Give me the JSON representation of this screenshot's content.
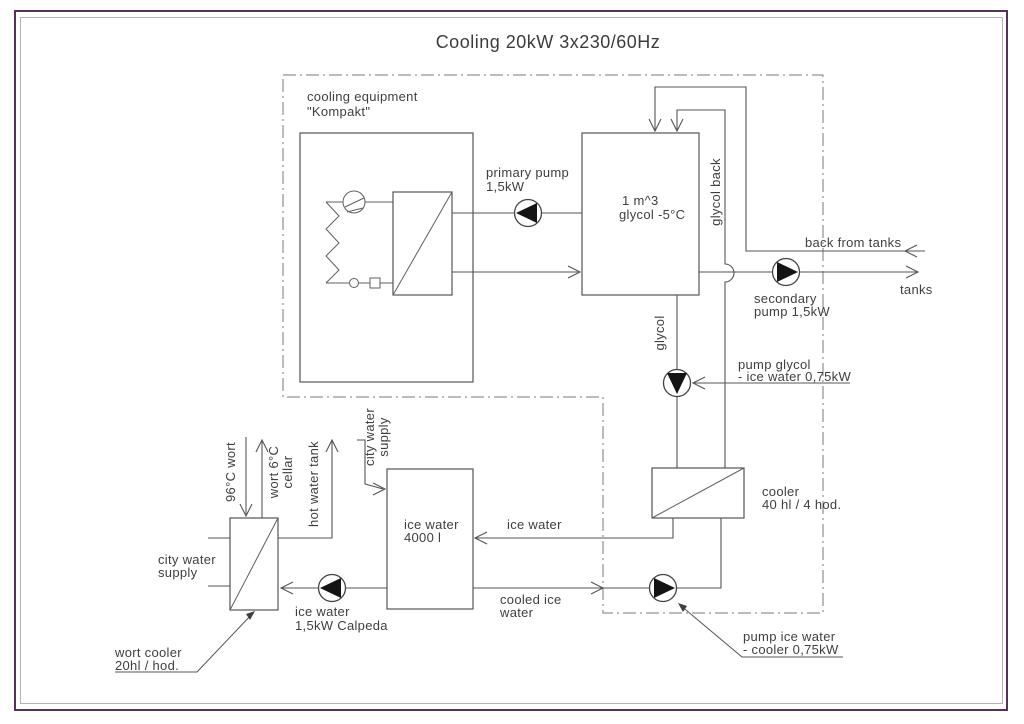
{
  "title": "Cooling 20kW 3x230/60Hz",
  "colors": {
    "border_outer": "#533458",
    "border_inner": "#b6b0b8",
    "diagram_line": "#555555",
    "text": "#3f3f3f",
    "boundary_dashdot": "#7a7a7a",
    "pump_triangle": "#141414"
  },
  "kompakt": {
    "label1": "cooling equipment",
    "label2": "\"Kompakt\""
  },
  "tanks": {
    "glycol1": "1 m^3",
    "glycol2": "glycol -5°C",
    "ice1": "ice water",
    "ice2": "4000 l"
  },
  "pumps": {
    "primary1": "primary pump",
    "primary2": "1,5kW",
    "secondary1": "secondary",
    "secondary2": "pump 1,5kW",
    "glycol1": "pump glycol",
    "glycol2": "- ice water 0,75kW",
    "ice_water1": "pump ice water",
    "ice_water2": "- cooler 0,75kW",
    "calpeda1": "ice water",
    "calpeda2": "1,5kW Calpeda"
  },
  "cooler": {
    "label1": "cooler",
    "label2": "40 hl / 4 hod."
  },
  "wort_cooler": {
    "label1": "wort cooler",
    "label2": "20hl / hod."
  },
  "lines": {
    "glycol_back": "glycol back",
    "glycol": "glycol",
    "back_from_tanks": "back from tanks",
    "tanks": "tanks",
    "ice_water": "ice water",
    "cooled_ice1": "cooled ice",
    "cooled_ice2": "water",
    "wort_in": "96°C wort",
    "wort_out1": "wort 6°C",
    "wort_out2": "cellar",
    "hot_water": "hot water tank",
    "city_water_wort1": "city water",
    "city_water_wort2": "supply",
    "city_water_ice1": "city water",
    "city_water_ice2": "supply"
  }
}
